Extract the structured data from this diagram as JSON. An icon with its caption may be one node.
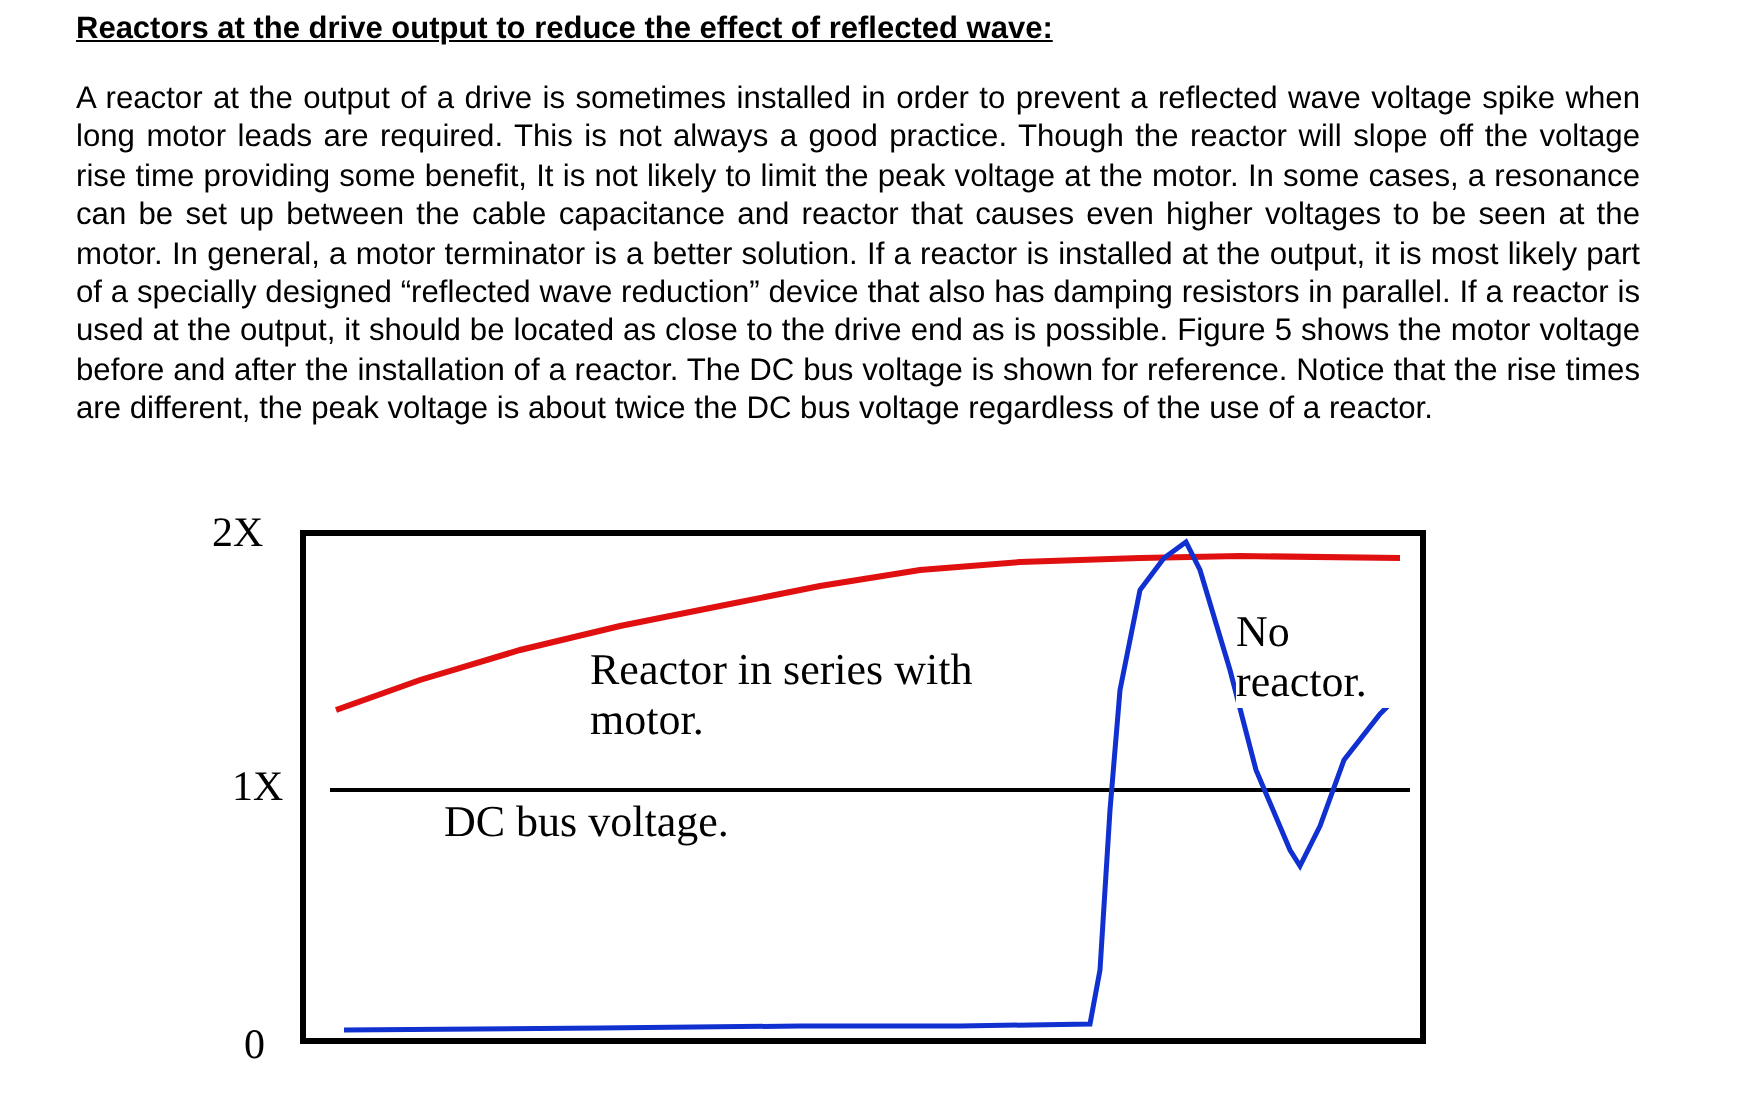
{
  "diagram": {
    "title": "Reactors at the drive output to reduce the effect of reflected wave:",
    "labels": [
      "A reactor at the output of a drive is sometimes installed in order to prevent a reflected wave voltage spike when long motor leads are required. This is not always a good practice. Though the reactor will slope off the voltage rise time providing some benefit, It is not likely to limit the peak voltage at the motor. In some cases, a resonance can be set up between the cable capacitance and reactor that causes even higher voltages to be seen at the motor. In general, a motor terminator is a better solution. If a reactor is installed at the output, it is most likely part of a specially designed “reflected wave reduction” device that also has damping resistors in parallel. If a reactor is used at the output, it should be located as close to the drive end as is possible. Figure 5 shows the motor voltage before and after the installation of a reactor. The DC bus voltage is shown for reference. Notice that the rise times are different, the peak voltage is about twice the DC bus voltage regardless of the use of a reactor.",
      "2X",
      "No reactor.",
      "Reactor in series with motor.",
      "1X",
      "DC bus voltage.",
      "0"
    ]
  }
}
